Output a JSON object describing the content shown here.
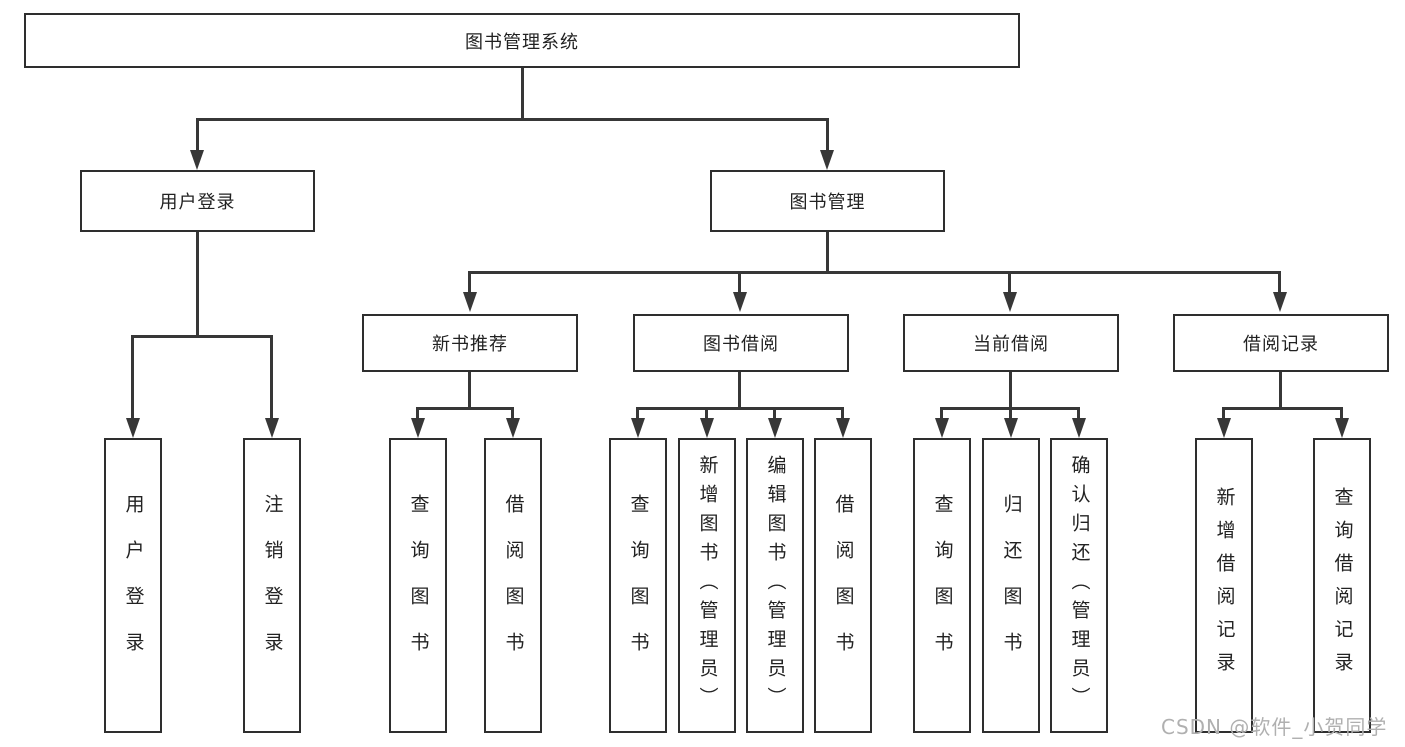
{
  "diagram": {
    "tree": {
      "label": "图书管理系统",
      "children": [
        {
          "label": "用户登录",
          "children": [
            {
              "label": "用户登录"
            },
            {
              "label": "注销登录"
            }
          ]
        },
        {
          "label": "图书管理",
          "children": [
            {
              "label": "新书推荐",
              "children": [
                {
                  "label": "查询图书"
                },
                {
                  "label": "借阅图书"
                }
              ]
            },
            {
              "label": "图书借阅",
              "children": [
                {
                  "label": "查询图书"
                },
                {
                  "label": "新增图书（管理员）"
                },
                {
                  "label": "编辑图书（管理员）"
                },
                {
                  "label": "借阅图书"
                }
              ]
            },
            {
              "label": "当前借阅",
              "children": [
                {
                  "label": "查询图书"
                },
                {
                  "label": "归还图书"
                },
                {
                  "label": "确认归还（管理员）"
                }
              ]
            },
            {
              "label": "借阅记录",
              "children": [
                {
                  "label": "新增借阅记录"
                },
                {
                  "label": "查询借阅记录"
                }
              ]
            }
          ]
        }
      ]
    }
  },
  "watermark": {
    "text": "CSDN @软件_小贺同学"
  },
  "colors": {
    "line": "#373737",
    "box_border": "#2e2e2e",
    "box_background": "#ffffff",
    "text": "#222222",
    "watermark": "#b0b0b0",
    "page_background": "#ffffff"
  }
}
